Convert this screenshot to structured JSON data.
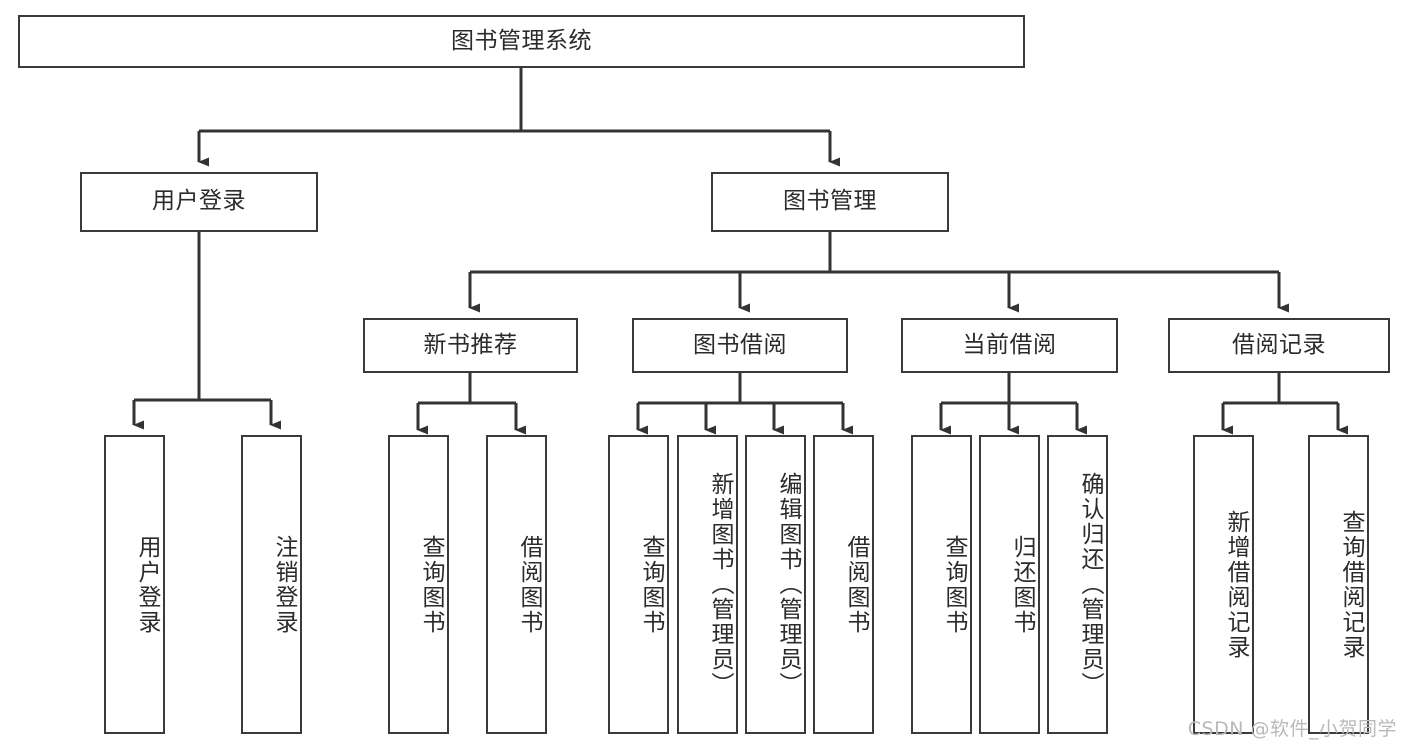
{
  "diagram": {
    "title": "图书管理系统",
    "watermark": "CSDN @软件_小贺同学",
    "edge_color": "#333333",
    "box_border_color": "#3a3a3a",
    "text_color": "#2b2b2b",
    "background": "#ffffff"
  },
  "nodes": {
    "root": {
      "label": "图书管理系统"
    },
    "level2": [
      {
        "label": "用户登录"
      },
      {
        "label": "图书管理"
      }
    ],
    "level3": [
      {
        "label": "新书推荐"
      },
      {
        "label": "图书借阅"
      },
      {
        "label": "当前借阅"
      },
      {
        "label": "借阅记录"
      }
    ],
    "leaves_user_login": [
      {
        "label": "用户登录"
      },
      {
        "label": "注销登录"
      }
    ],
    "leaves_new_book": [
      {
        "label": "查询图书"
      },
      {
        "label": "借阅图书"
      }
    ],
    "leaves_borrow": [
      {
        "label": "查询图书"
      },
      {
        "label": "新增图书（管理员）"
      },
      {
        "label": "编辑图书（管理员）"
      },
      {
        "label": "借阅图书"
      }
    ],
    "leaves_current": [
      {
        "label": "查询图书"
      },
      {
        "label": "归还图书"
      },
      {
        "label": "确认归还（管理员）"
      }
    ],
    "leaves_record": [
      {
        "label": "新增借阅记录"
      },
      {
        "label": "查询借阅记录"
      }
    ]
  }
}
